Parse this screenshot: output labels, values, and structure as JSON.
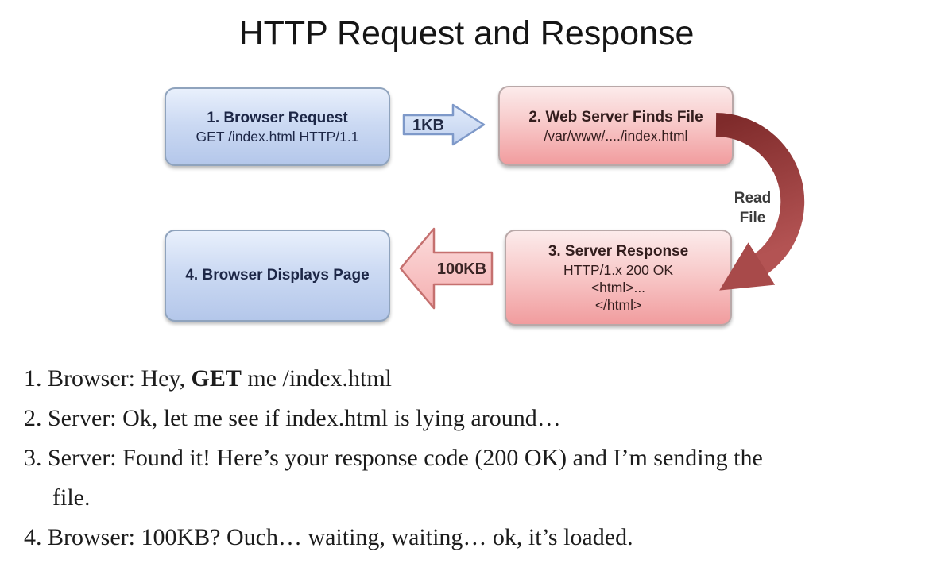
{
  "title": "HTTP Request and Response",
  "colors": {
    "blue_box_top": "#e9f0fc",
    "blue_box_bottom": "#b4c7ea",
    "blue_border": "#8fa3bd",
    "pink_box_top": "#fcebeb",
    "pink_box_bottom": "#f19c9e",
    "pink_border": "#b9a8a8",
    "curve_arrow_dark": "#7f2b2b",
    "curve_arrow_light": "#b35353"
  },
  "diagram": {
    "boxes": [
      {
        "id": "browser-request",
        "theme": "blue",
        "heading": "1. Browser Request",
        "lines": [
          "GET /index.html HTTP/1.1"
        ]
      },
      {
        "id": "webserver-finds-file",
        "theme": "pink",
        "heading": "2. Web Server Finds File",
        "lines": [
          "/var/www/..../index.html"
        ]
      },
      {
        "id": "server-response",
        "theme": "pink",
        "heading": "3. Server Response",
        "lines": [
          "HTTP/1.x 200 OK",
          "<html>...",
          "</html>"
        ]
      },
      {
        "id": "browser-displays-page",
        "theme": "blue",
        "heading": "4. Browser Displays Page",
        "lines": []
      }
    ],
    "request_size": "1KB",
    "response_size": "100KB",
    "read_file": [
      "Read",
      "File"
    ]
  },
  "conversation": {
    "rows": [
      {
        "indent": false,
        "segments": [
          {
            "text": "1. Browser: Hey, "
          },
          {
            "text": "GET",
            "bold": true
          },
          {
            "text": " me /index.html"
          }
        ]
      },
      {
        "indent": false,
        "segments": [
          {
            "text": "2. Server: Ok, let me see if index.html is lying around…"
          }
        ]
      },
      {
        "indent": false,
        "segments": [
          {
            "text": "3. Server: Found it! Here’s your response code (200 OK) and I’m sending the"
          }
        ]
      },
      {
        "indent": true,
        "segments": [
          {
            "text": "file."
          }
        ]
      },
      {
        "indent": false,
        "segments": [
          {
            "text": "4. Browser: 100KB? Ouch… waiting, waiting… ok, it’s loaded."
          }
        ]
      }
    ]
  }
}
